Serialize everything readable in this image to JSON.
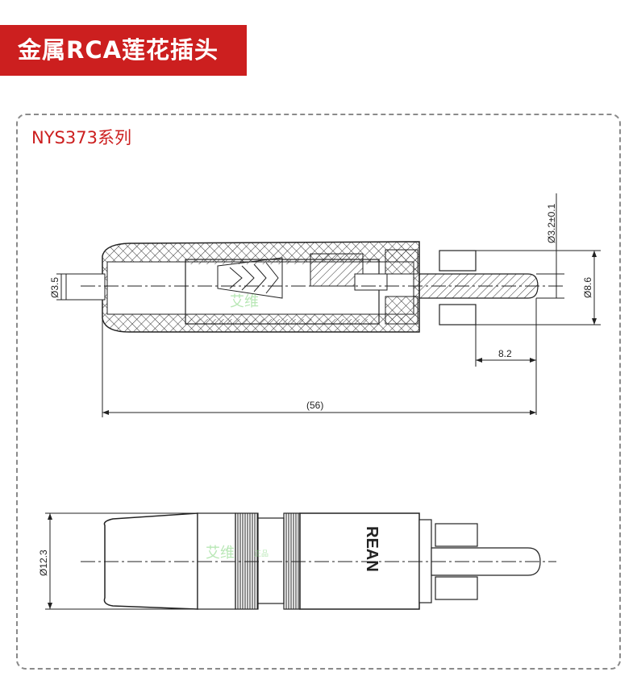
{
  "header": {
    "title": "金属RCA莲花插头"
  },
  "series": {
    "label": "NYS373系列"
  },
  "dimensions": {
    "d_cable": "Ø3.5",
    "d_pin": "Ø3.2±0.1",
    "d_tip": "Ø8.6",
    "pin_length": "8.2",
    "total_length": "(56)",
    "d_body": "Ø12.3"
  },
  "brand": {
    "name": "REAN"
  },
  "watermark": {
    "text": "艾维",
    "sub": "正品"
  },
  "colors": {
    "accent": "#cc1f1f",
    "line": "#222222"
  }
}
